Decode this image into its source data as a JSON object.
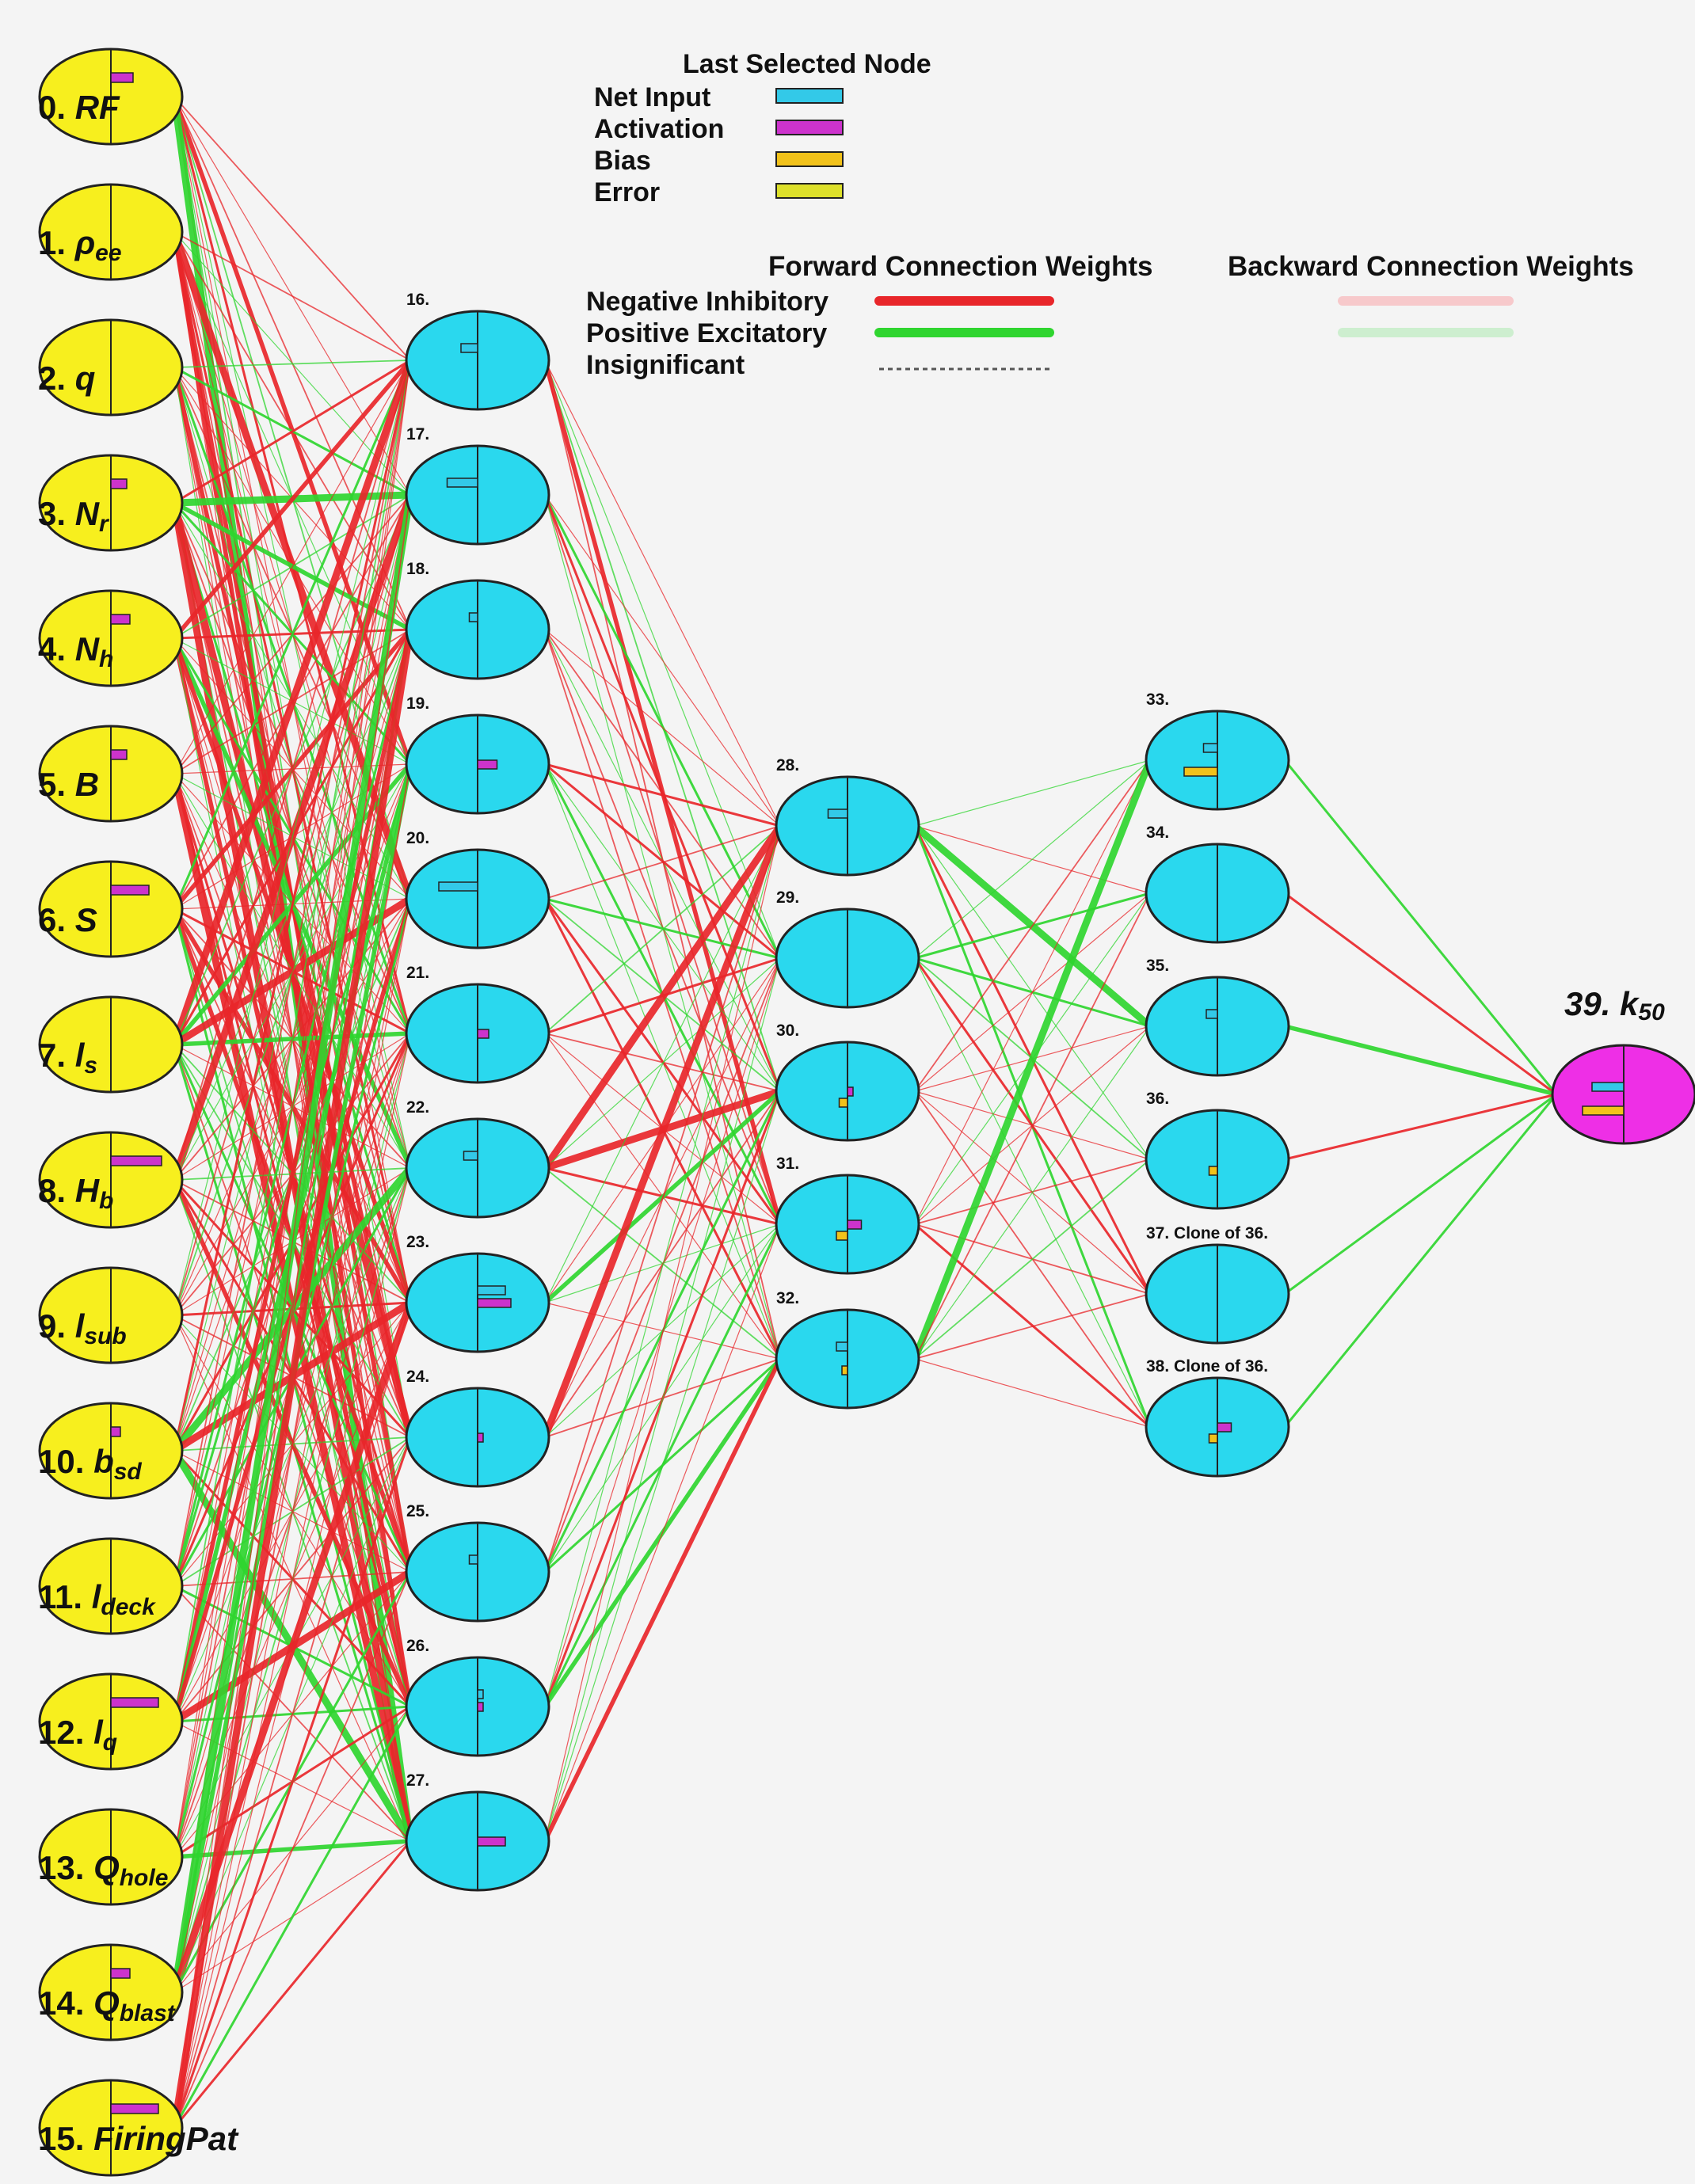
{
  "legend": {
    "title": "Last Selected Node",
    "items": [
      {
        "label": "Net Input",
        "color": "#33c9e8"
      },
      {
        "label": "Activation",
        "color": "#cc33cc"
      },
      {
        "label": "Bias",
        "color": "#f2c21a"
      },
      {
        "label": "Error",
        "color": "#dde02a"
      }
    ],
    "forward_title": "Forward Connection Weights",
    "backward_title": "Backward Connection Weights",
    "weights": [
      {
        "label": "Negative Inhibitory",
        "forward_color": "#e8262a",
        "backward_color": "#f7c9cb"
      },
      {
        "label": "Positive Excitatory",
        "forward_color": "#2fd52f",
        "backward_color": "#cdeecf"
      },
      {
        "label": "Insignificant",
        "forward_color": "#555555",
        "backward_color": ""
      }
    ]
  },
  "colors": {
    "input_fill": "#f7ef1e",
    "hidden_fill": "#2ad8ee",
    "output_fill": "#ee2fe6",
    "negative": "#e8262a",
    "positive": "#2fd52f",
    "net_input": "#33c9e8",
    "activation": "#cc33cc",
    "bias": "#f2c21a"
  },
  "input_nodes": [
    {
      "num": "0.",
      "name": "RF",
      "sub": "",
      "act": 0.35,
      "net": 0.0
    },
    {
      "num": "1.",
      "name": "ρ",
      "sub": "ee",
      "act": 0.0,
      "net": 0.0
    },
    {
      "num": "2.",
      "name": "q",
      "sub": "",
      "act": 0.0,
      "net": 0.0
    },
    {
      "num": "3.",
      "name": "N",
      "sub": "r",
      "act": 0.25,
      "net": 0.0
    },
    {
      "num": "4.",
      "name": "N",
      "sub": "h",
      "act": 0.3,
      "net": 0.0
    },
    {
      "num": "5.",
      "name": "B",
      "sub": "",
      "act": 0.25,
      "net": 0.0
    },
    {
      "num": "6.",
      "name": "S",
      "sub": "",
      "act": 0.6,
      "net": 0.0
    },
    {
      "num": "7.",
      "name": "l",
      "sub": "s",
      "act": 0.0,
      "net": 0.0
    },
    {
      "num": "8.",
      "name": "H",
      "sub": "b",
      "act": 0.8,
      "net": 0.0
    },
    {
      "num": "9.",
      "name": "l",
      "sub": "sub",
      "act": 0.0,
      "net": 0.0
    },
    {
      "num": "10.",
      "name": "b",
      "sub": "sd",
      "act": 0.15,
      "net": 0.0
    },
    {
      "num": "11.",
      "name": "l",
      "sub": "deck",
      "act": 0.0,
      "net": 0.0
    },
    {
      "num": "12.",
      "name": "l",
      "sub": "q",
      "act": 0.75,
      "net": 0.0
    },
    {
      "num": "13.",
      "name": "Q",
      "sub": "hole",
      "act": 0.0,
      "net": 0.0
    },
    {
      "num": "14.",
      "name": "Q",
      "sub": "blast",
      "act": 0.3,
      "net": 0.0
    },
    {
      "num": "15.",
      "name": "FiringPat",
      "sub": "",
      "act": 0.75,
      "net": 0.0
    }
  ],
  "hidden1_nodes": [
    {
      "num": "16.",
      "net": -0.3,
      "act": 0.0,
      "bias": 0.0
    },
    {
      "num": "17.",
      "net": -0.55,
      "act": 0.0,
      "bias": 0.0
    },
    {
      "num": "18.",
      "net": -0.15,
      "act": 0.0,
      "bias": 0.0
    },
    {
      "num": "19.",
      "net": 0.0,
      "act": 0.35,
      "bias": 0.0
    },
    {
      "num": "20.",
      "net": -0.7,
      "act": 0.0,
      "bias": 0.0
    },
    {
      "num": "21.",
      "net": 0.0,
      "act": 0.2,
      "bias": 0.0
    },
    {
      "num": "22.",
      "net": -0.25,
      "act": 0.0,
      "bias": 0.0
    },
    {
      "num": "23.",
      "net": 0.5,
      "act": 0.6,
      "bias": 0.0
    },
    {
      "num": "24.",
      "net": 0.0,
      "act": 0.1,
      "bias": 0.0
    },
    {
      "num": "25.",
      "net": -0.15,
      "act": 0.0,
      "bias": 0.0
    },
    {
      "num": "26.",
      "net": 0.1,
      "act": 0.1,
      "bias": 0.0
    },
    {
      "num": "27.",
      "net": 0.0,
      "act": 0.5,
      "bias": 0.0
    }
  ],
  "hidden2_nodes": [
    {
      "num": "28.",
      "net": -0.35,
      "act": 0.0,
      "bias": 0.0
    },
    {
      "num": "29.",
      "net": 0.0,
      "act": 0.0,
      "bias": 0.0
    },
    {
      "num": "30.",
      "net": 0.0,
      "act": 0.1,
      "bias": -0.15
    },
    {
      "num": "31.",
      "net": 0.0,
      "act": 0.25,
      "bias": -0.2
    },
    {
      "num": "32.",
      "net": -0.2,
      "act": 0.0,
      "bias": -0.1
    }
  ],
  "hidden3_nodes": [
    {
      "num": "33.",
      "label": "",
      "net": -0.25,
      "act": 0.0,
      "bias": -0.6
    },
    {
      "num": "34.",
      "label": "",
      "net": 0.0,
      "act": 0.0,
      "bias": 0.0
    },
    {
      "num": "35.",
      "label": "",
      "net": -0.2,
      "act": 0.0,
      "bias": 0.0
    },
    {
      "num": "36.",
      "label": "",
      "net": 0.0,
      "act": 0.0,
      "bias": -0.15
    },
    {
      "num": "37.",
      "label": "Clone of 36.",
      "net": 0.0,
      "act": 0.0,
      "bias": 0.0
    },
    {
      "num": "38.",
      "label": "Clone of 36.",
      "net": 0.0,
      "act": 0.25,
      "bias": -0.15
    }
  ],
  "output_node": {
    "num": "39.",
    "name": "k",
    "sub": "50",
    "net": -0.5,
    "act": 0.0,
    "bias": -0.65
  }
}
